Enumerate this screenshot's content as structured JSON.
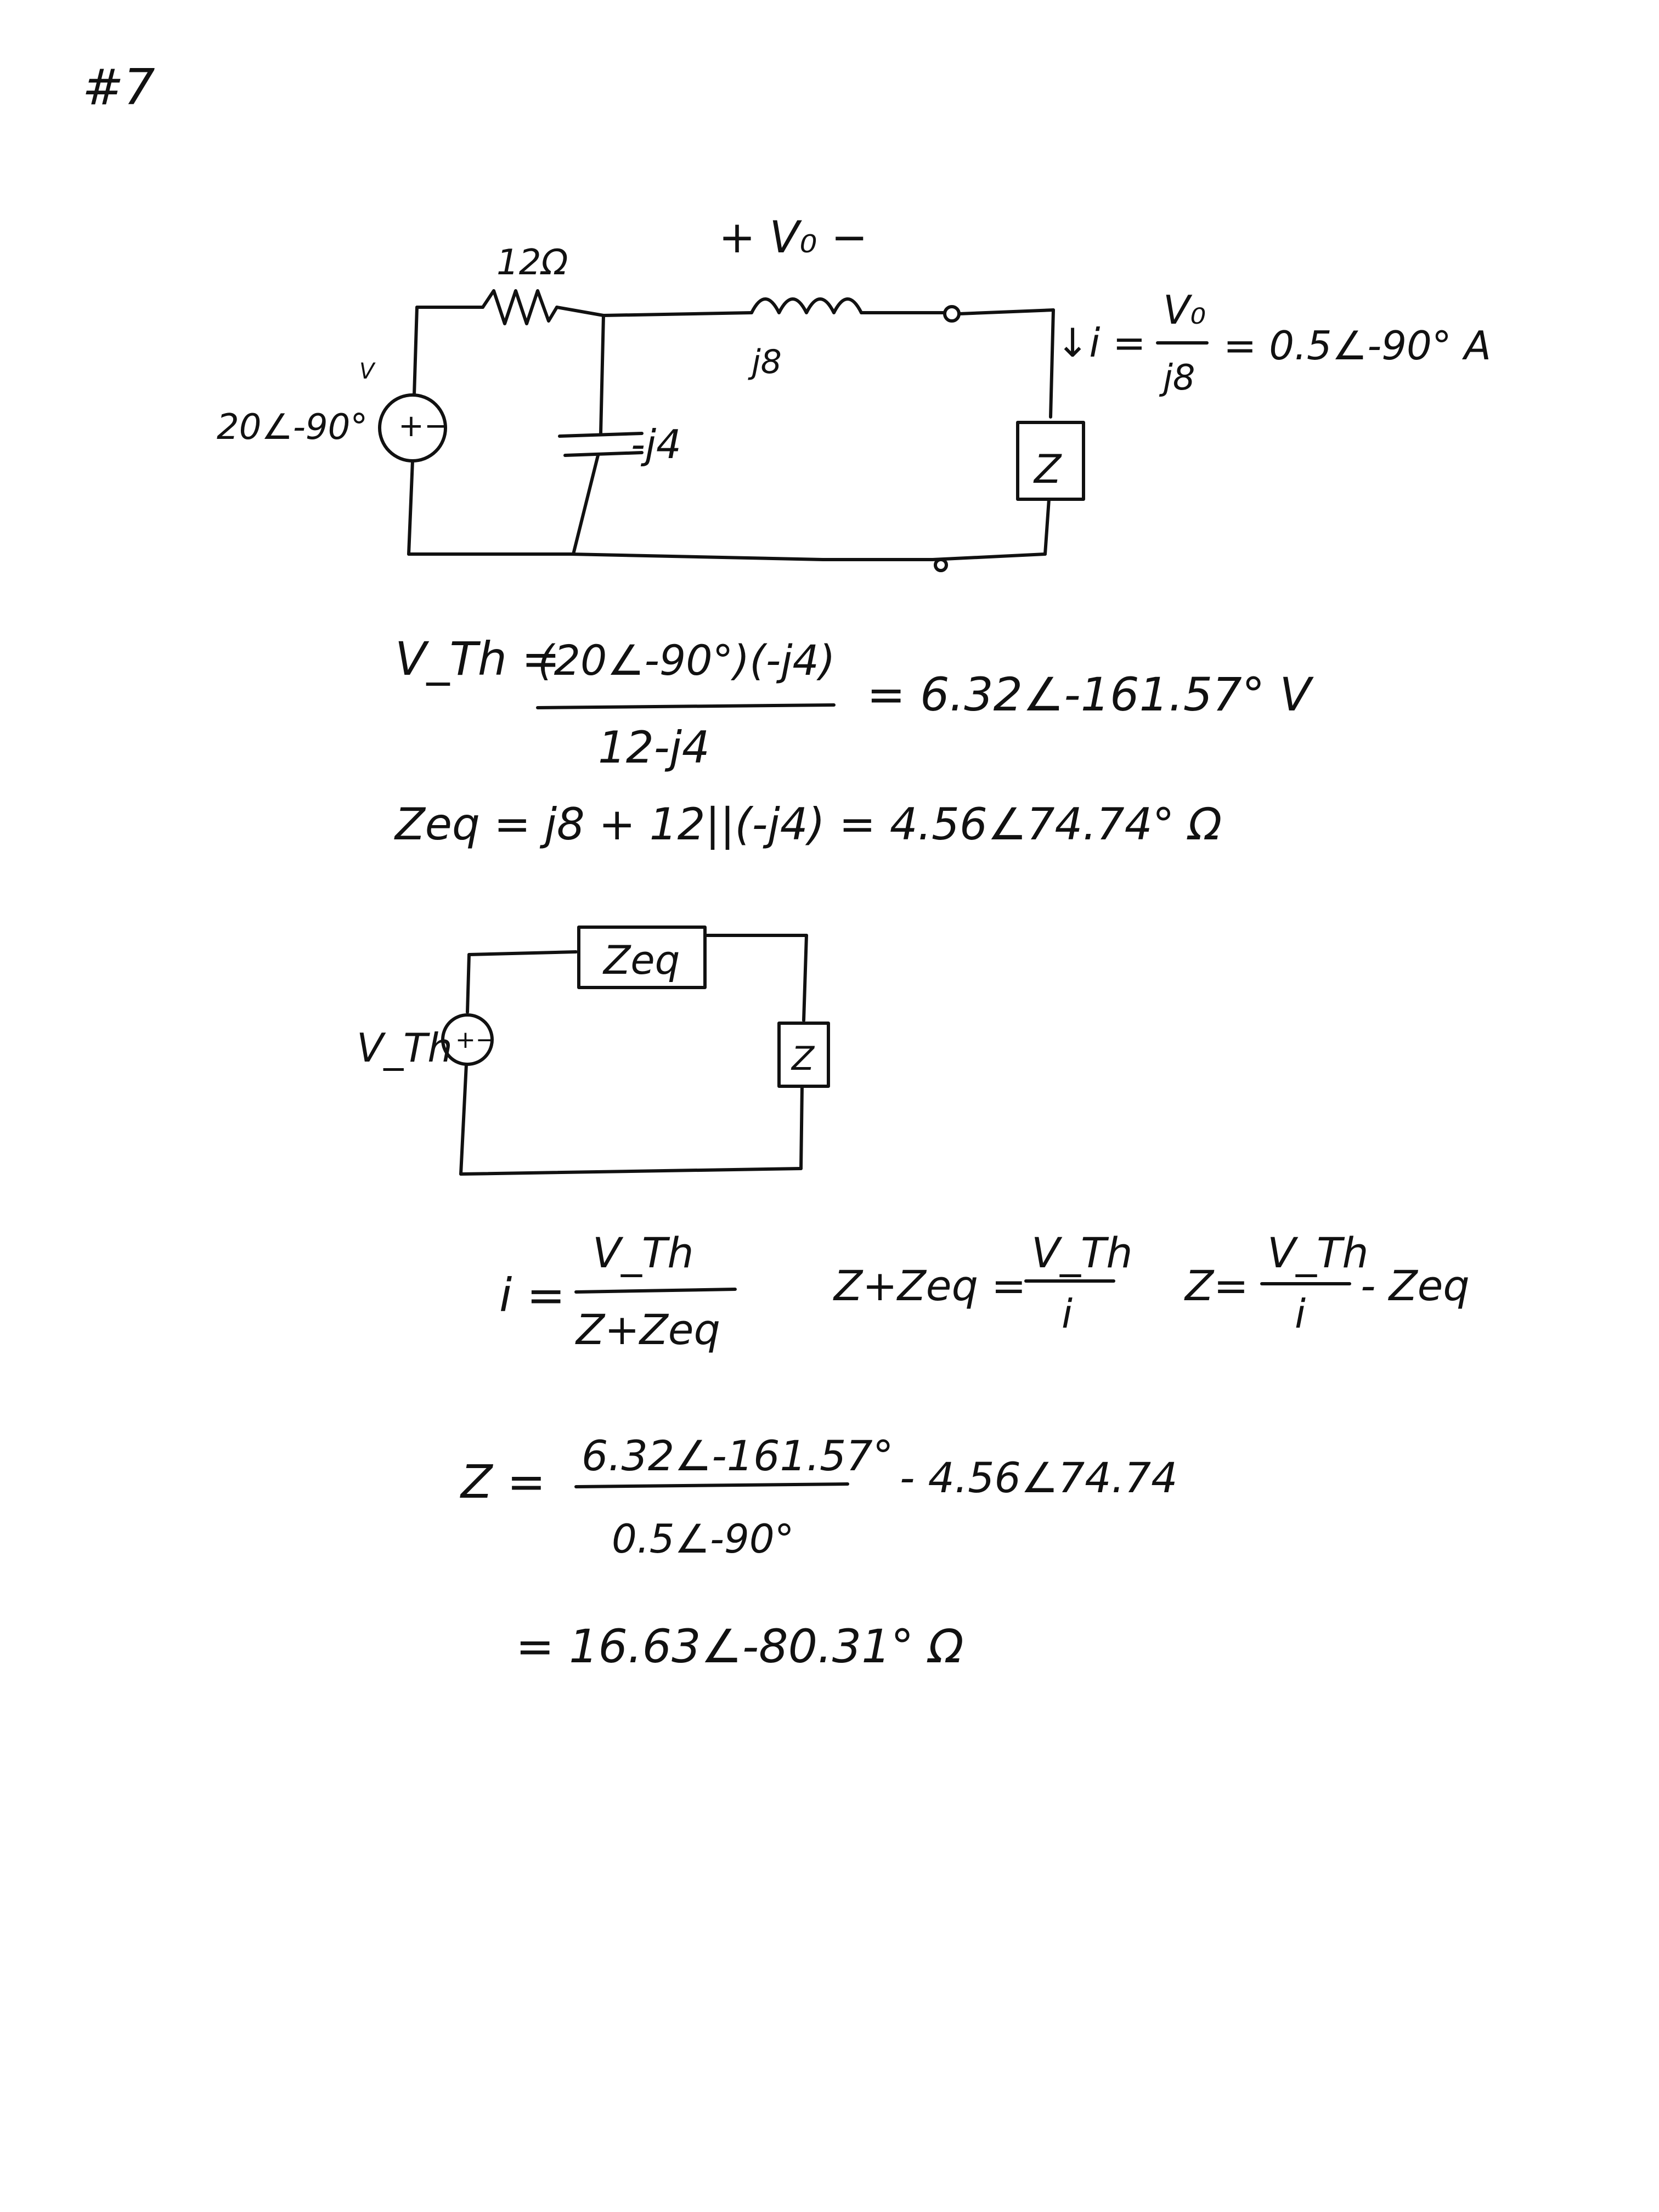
{
  "problem_number": "#7",
  "circuit1": {
    "source_label": "20∠-90°",
    "source_unit": "V",
    "source_polarity": "+−",
    "resistor_label": "12Ω",
    "vo_label": "+ V₀ −",
    "inductor_label": "j8",
    "capacitor_label": "-j4",
    "load_label": "Z",
    "current_eq_lhs": "↓i =",
    "current_frac_num": "V₀",
    "current_frac_den": "j8",
    "current_eq_rhs": "= 0.5∠-90° A"
  },
  "equations": {
    "vth_lhs": "V_Th =",
    "vth_num": "(20∠-90°)(-j4)",
    "vth_den": "12-j4",
    "vth_result": "= 6.32∠-161.57° V",
    "zeq_line": "Zeq = j8 + 12||(-j4) = 4.56∠74.74° Ω"
  },
  "circuit2": {
    "source_label": "V_Th",
    "source_polarity": "+−",
    "zeq_box_label": "Zeq",
    "load_label": "Z"
  },
  "solve": {
    "eq1_lhs": "i =",
    "eq1_num": "V_Th",
    "eq1_den": "Z+Zeq",
    "eq2_lhs": "Z+Zeq =",
    "eq2_num": "V_Th",
    "eq2_den": "i",
    "eq3_lhs": "Z=",
    "eq3_num": "V_Th",
    "eq3_den": "i",
    "eq3_tail": "- Zeq",
    "z_lhs": "Z =",
    "z_num": "6.32∠-161.57°",
    "z_den": "0.5∠-90°",
    "z_tail": "- 4.56∠74.74",
    "z_result": "= 16.63∠-80.31° Ω"
  }
}
